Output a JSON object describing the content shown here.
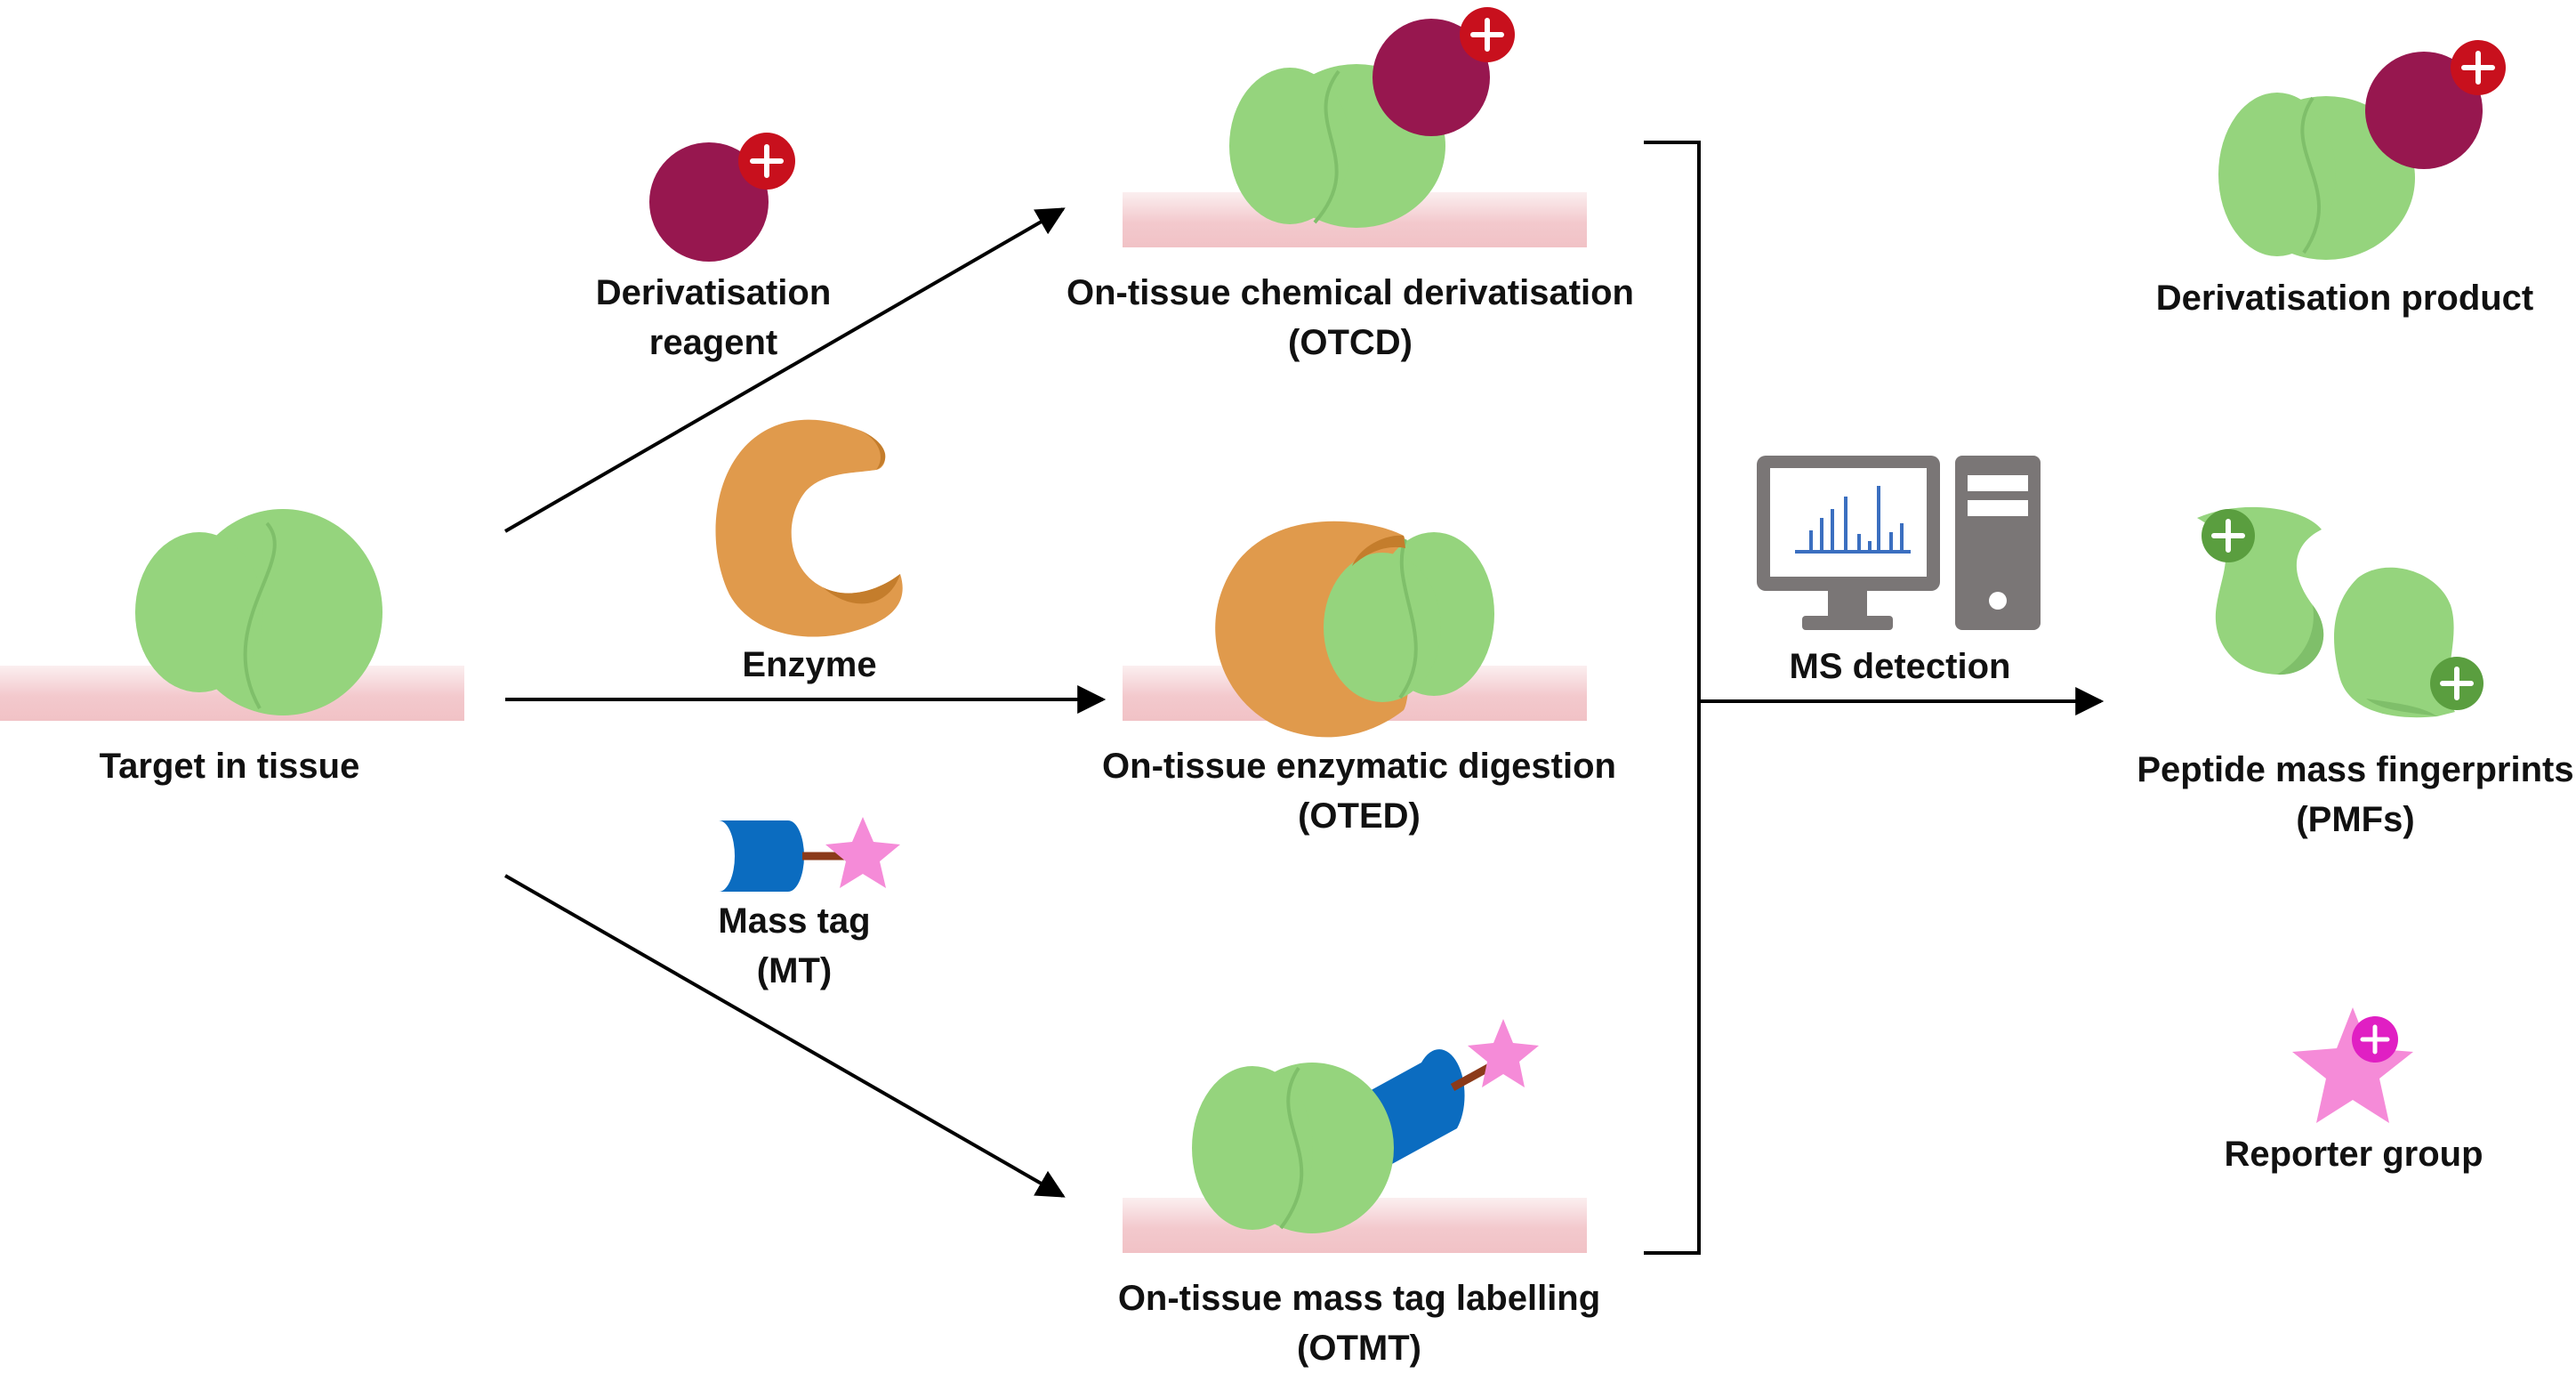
{
  "labels": {
    "target": "Target in tissue",
    "reagent_line1": "Derivatisation",
    "reagent_line2": "reagent",
    "enzyme": "Enzyme",
    "mass_tag_line1": "Mass tag",
    "mass_tag_line2": "(MT)",
    "otcd_line1": "On-tissue chemical derivatisation",
    "otcd_line2": "(OTCD)",
    "oted_line1": "On-tissue enzymatic digestion",
    "oted_line2": "(OTED)",
    "otmt_line1": "On-tissue mass tag labelling",
    "otmt_line2": "(OTMT)",
    "ms_detection": "MS detection",
    "deriv_product": "Derivatisation product",
    "pmf_line1": "Peptide mass fingerprints",
    "pmf_line2": "(PMFs)",
    "reporter": "Reporter group"
  },
  "colors": {
    "protein_green": "#95d47d",
    "protein_shade": "#7fbf6a",
    "reagent_purple": "#97174f",
    "charge_red": "#c8101d",
    "enzyme_orange": "#e09a4c",
    "enzyme_shade": "#c47d2c",
    "tag_blue": "#0b6cc0",
    "star_pink": "#f58bd8",
    "charge_magenta": "#e01fc3",
    "charge_green": "#5a9e3f",
    "computer_gray": "#7a7676",
    "spectrum_blue": "#3b6fc0",
    "tissue_top": "#fdfcfc",
    "tissue_pink": "#f2c8cc"
  }
}
